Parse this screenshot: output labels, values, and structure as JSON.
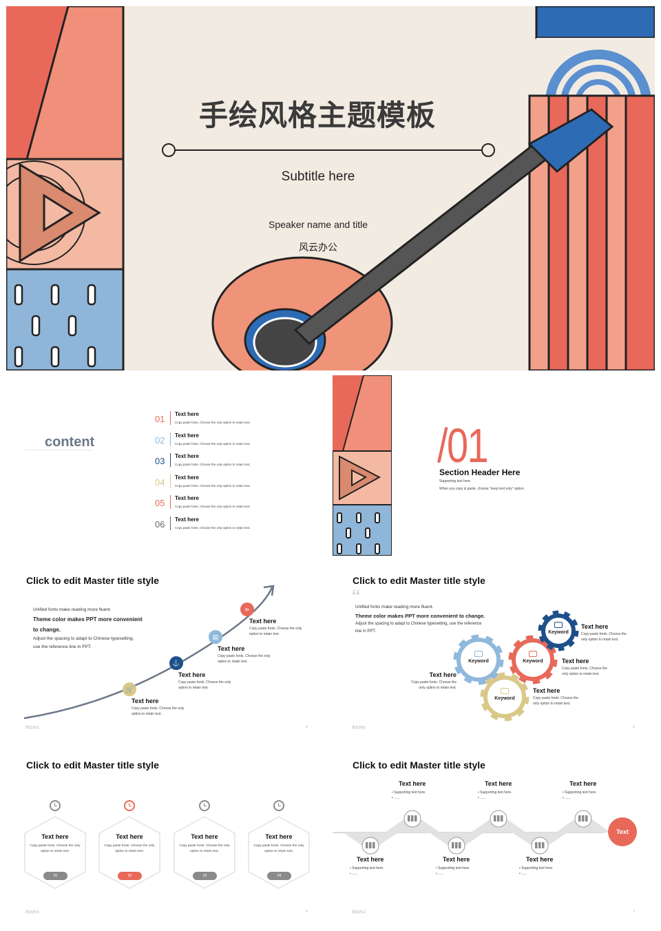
{
  "cover": {
    "title": "手绘风格主题模板",
    "subtitle": "Subtitle here",
    "speaker": "Speaker name and title",
    "company": "风云办公"
  },
  "toc": {
    "heading": "content",
    "items": [
      {
        "num": "01",
        "title": "Text here",
        "desc": "Copy paste fonts. Choose the only option to retain text.",
        "color": "#e8695a"
      },
      {
        "num": "02",
        "title": "Text here",
        "desc": "Copy paste fonts. Choose the only option to retain text.",
        "color": "#8fb8dc"
      },
      {
        "num": "03",
        "title": "Text here",
        "desc": "Copy paste fonts. Choose the only option to retain text.",
        "color": "#1d4f8a"
      },
      {
        "num": "04",
        "title": "Text here",
        "desc": "Copy paste fonts. Choose the only option to retain text.",
        "color": "#d9c88a"
      },
      {
        "num": "05",
        "title": "Text here",
        "desc": "Copy paste fonts. Choose the only option to retain text.",
        "color": "#e8695a"
      },
      {
        "num": "06",
        "title": "Text here",
        "desc": "Copy paste fonts. Choose the only option to retain text.",
        "color": "#666666"
      }
    ]
  },
  "section": {
    "num": "/01",
    "title": "Section Header Here",
    "line1": "Supporting text here.",
    "line2": "When you copy & paste, choose \"keep text only\" option."
  },
  "slide4": {
    "title": "Click to edit Master title style",
    "p1": "Unified fonts make reading more fluent.",
    "p2": "Theme color makes PPT more convenient",
    "p3": "to change.",
    "p4": "Adjust the spacing to adapt to Chinese typesetting,",
    "p5": "use the reference line in PPT.",
    "steps": [
      {
        "title": "Text here",
        "d1": "Copy paste fonts. Choose the only",
        "d2": "option to retain text.",
        "color": "#d9c88a",
        "icon": "cart-icon"
      },
      {
        "title": "Text here",
        "d1": "Copy paste fonts. Choose the only",
        "d2": "option to retain text.",
        "color": "#1d4f8a",
        "icon": "anchor-icon"
      },
      {
        "title": "Text here",
        "d1": "Copy paste fonts. Choose the only",
        "d2": "option to retain text.",
        "color": "#8fb8dc",
        "icon": "browser-icon"
      },
      {
        "title": "Text here",
        "d1": "Copy paste fonts. Choose the only",
        "d2": "option to retain text.",
        "color": "#e8695a",
        "icon": "share-icon"
      }
    ],
    "footer": "风云办公",
    "page": "4"
  },
  "slide5": {
    "title": "Click to edit Master title style",
    "p1": "Unified fonts make reading more fluent.",
    "p2": "Theme color makes PPT more convenient to change.",
    "p3": "Adjust the spacing to adapt to Chinese typesetting, use the reference",
    "p4": "line in PPT.",
    "gears": [
      {
        "keyword": "Keyword",
        "title": "Text here",
        "d1": "Copy paste fonts. Choose the",
        "d2": "only option to retain text.",
        "color": "#8fb8dc"
      },
      {
        "keyword": "Keyword",
        "title": "Text here",
        "d1": "Copy paste fonts. Choose the",
        "d2": "only option to retain text.",
        "color": "#e8695a"
      },
      {
        "keyword": "Keyword",
        "title": "Text here",
        "d1": "Copy paste fonts. Choose the",
        "d2": "only option to retain text.",
        "color": "#d9c88a"
      },
      {
        "keyword": "Keyword",
        "title": "Text here",
        "d1": "Copy paste fonts. Choose the",
        "d2": "only option to retain text.",
        "color": "#1d4f8a"
      }
    ],
    "footer": "风云办公",
    "page": "5"
  },
  "slide6": {
    "title": "Click to edit Master title style",
    "cards": [
      {
        "title": "Text here",
        "d1": "Copy paste fonts. Choose the only",
        "d2": "option to retain text.",
        "dots": "... ...",
        "num": "01"
      },
      {
        "title": "Text here",
        "d1": "Copy paste fonts. Choose the only",
        "d2": "option to retain text.",
        "dots": "... ...",
        "num": "02"
      },
      {
        "title": "Text here",
        "d1": "Copy paste fonts. Choose the only",
        "d2": "option to retain text.",
        "dots": "... ...",
        "num": "03"
      },
      {
        "title": "Text here",
        "d1": "Copy paste fonts. Choose the only",
        "d2": "option to retain text.",
        "dots": "... ...",
        "num": "04"
      }
    ],
    "footer": "风云办公",
    "page": "6"
  },
  "slide7": {
    "title": "Click to edit Master title style",
    "end": "Text",
    "nodes": [
      {
        "title": "Text here",
        "b1": "Supporting text here.",
        "b2": "......"
      },
      {
        "title": "Text here",
        "b1": "Supporting text here.",
        "b2": "......"
      },
      {
        "title": "Text here",
        "b1": "Supporting text here.",
        "b2": "......"
      },
      {
        "title": "Text here",
        "b1": "Supporting text here.",
        "b2": "......"
      },
      {
        "title": "Text here",
        "b1": "Supporting text here.",
        "b2": "......"
      },
      {
        "title": "Text here",
        "b1": "Supporting text here.",
        "b2": "......"
      }
    ],
    "footer": "风云办公",
    "page": "7"
  },
  "colors": {
    "red": "#e8695a",
    "blue": "#1d4f8a",
    "lightblue": "#8fb8dc",
    "yellow": "#d9c88a",
    "grey": "#8a8a8a"
  }
}
